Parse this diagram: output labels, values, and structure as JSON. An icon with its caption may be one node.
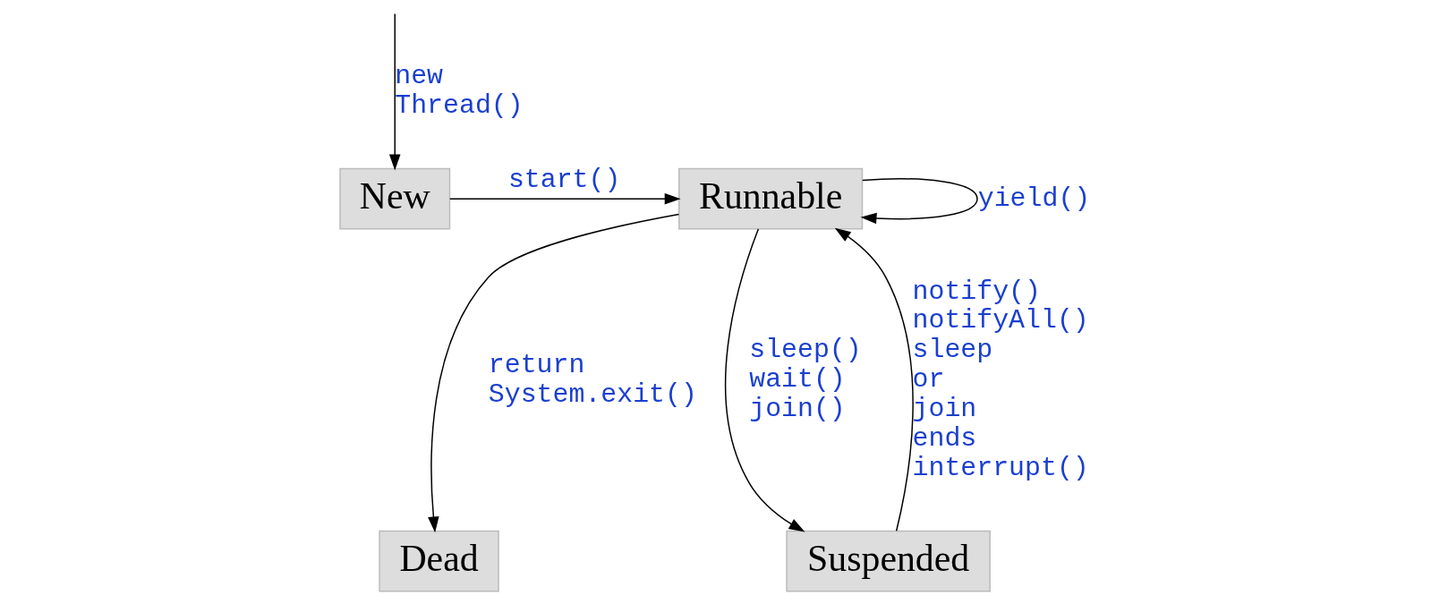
{
  "diagram": {
    "nodes": [
      {
        "text": [
          "New"
        ]
      },
      {
        "text": [
          "Runnable"
        ]
      },
      {
        "text": [
          "Dead"
        ]
      },
      {
        "text": [
          "Suspended"
        ]
      }
    ],
    "edges": [
      {
        "from": null,
        "to": 0,
        "arrow": "to",
        "label": "new Thread()"
      },
      {
        "from": 0,
        "to": 1,
        "arrow": "to",
        "label": "start()"
      },
      {
        "from": 1,
        "to": 1,
        "arrow": "to",
        "label": "yield()"
      },
      {
        "from": 1,
        "to": 2,
        "arrow": "to",
        "label": "return System.exit()"
      },
      {
        "from": 1,
        "to": 3,
        "arrow": "to",
        "label": "sleep() wait() join()"
      },
      {
        "from": 3,
        "to": 1,
        "arrow": "to",
        "label": "notify() notifyAll() sleep or join ends interrupt()"
      }
    ]
  }
}
